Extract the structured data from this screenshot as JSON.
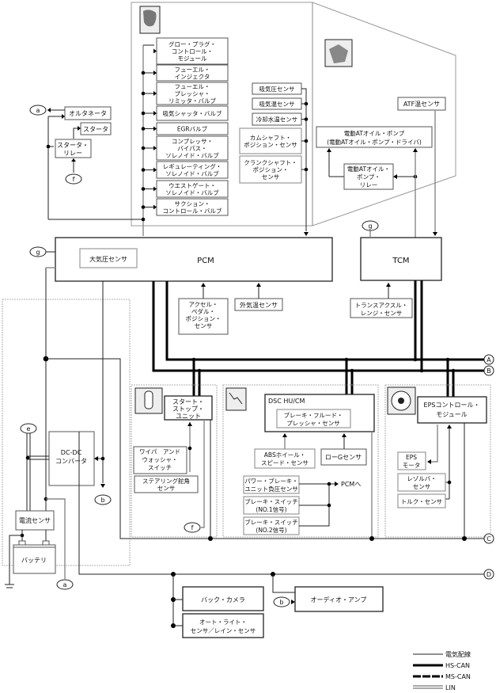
{
  "engine_group": {
    "actuators": [
      [
        "グロー・プラグ・",
        "コントロール・",
        "モジュール"
      ],
      [
        "フューエル・",
        "インジェクタ"
      ],
      [
        "フューエル・",
        "プレッシャ・",
        "リミッタ・バルブ"
      ],
      [
        "吸気シャッタ・バルブ"
      ],
      [
        "EGRバルブ"
      ],
      [
        "コンプレッサ・",
        "バイパス・",
        "ソレノイド・バルブ"
      ],
      [
        "レギュレーティング・",
        "ソレノイド・バルブ"
      ],
      [
        "ウエストゲート・",
        "ソレノイド・バルブ"
      ],
      [
        "サクション・",
        "コントロール・バルブ"
      ]
    ],
    "sensors": [
      [
        "吸気圧センサ"
      ],
      [
        "吸気温センサ"
      ],
      [
        "冷却水温センサ"
      ],
      [
        "カムシャフト・",
        "ポジション・センサ"
      ],
      [
        "クランクシャフト・",
        "ポジション・",
        "センサ"
      ]
    ]
  },
  "starting": {
    "alternator": "オルタネータ",
    "starter": "スタータ",
    "starter_relay": [
      "スタータ・",
      "リレー"
    ]
  },
  "transmission_group": {
    "atf_sensor": "ATF温センサ",
    "oil_pump": [
      "電動ATオイル・ポンプ",
      "(電動ATオイル・ポンプ・ドライバ)"
    ],
    "oil_pump_relay": [
      "電動ATオイル・",
      "ポンプ・",
      "リレー"
    ]
  },
  "pcm": {
    "label": "PCM",
    "baro_sensor": "大気圧センサ",
    "accel_sensor": [
      "アクセル・",
      "ペダル・",
      "ポジション・",
      "センサ"
    ],
    "ambient_sensor": "外気温センサ"
  },
  "tcm": {
    "label": "TCM",
    "range_sensor": [
      "トランスアクスル・",
      "レンジ・センサ"
    ]
  },
  "power": {
    "dcdc": [
      "DC-DC",
      "コンバータ"
    ],
    "current_sensor": "電流センサ",
    "battery": "バッテリ"
  },
  "start_stop": {
    "unit": [
      "スタート・",
      "ストップ・",
      "ユニット"
    ],
    "wiper_switch": [
      "ワイパ　アンド",
      "ウォッシャ・",
      "スイッチ"
    ],
    "steering_sensor": [
      "ステアリング舵角",
      "センサ"
    ]
  },
  "dsc": {
    "label": "DSC HU/CM",
    "fluid_sensor": [
      "ブレーキ・フルード・",
      "プレッシャ・センサ"
    ],
    "abs_sensor": [
      "ABSホイール・",
      "スピード・センサ"
    ],
    "low_g_sensor": "ローGセンサ",
    "vacuum_sensor": [
      "パワー・ブレーキ・",
      "ユニット負圧センサ"
    ],
    "brake_switch_1": [
      "ブレーキ・スイッチ",
      "(NO.1信号)"
    ],
    "brake_switch_2": [
      "ブレーキ・スイッチ",
      "(NO.2信号)"
    ],
    "to_pcm": "PCMへ"
  },
  "eps": {
    "module": [
      "EPSコントロール・",
      "モジュール"
    ],
    "motor": [
      "EPS",
      "モータ"
    ],
    "resolver": [
      "レゾルバ・",
      "センサ"
    ],
    "torque": "トルク・センサ"
  },
  "bus_d": {
    "camera": "バック・カメラ",
    "light_sensor": [
      "オート・ライト・",
      "センサ／レイン・センサ"
    ],
    "audio_amp": "オーディオ・アンプ"
  },
  "connectors": {
    "a": "a",
    "b": "b",
    "e": "e",
    "f": "f",
    "g": "g",
    "A": "A",
    "B": "B",
    "C": "C",
    "D": "D"
  },
  "legend": {
    "items": [
      "電気配線",
      "HS-CAN",
      "MS-CAN",
      "LIN"
    ]
  }
}
